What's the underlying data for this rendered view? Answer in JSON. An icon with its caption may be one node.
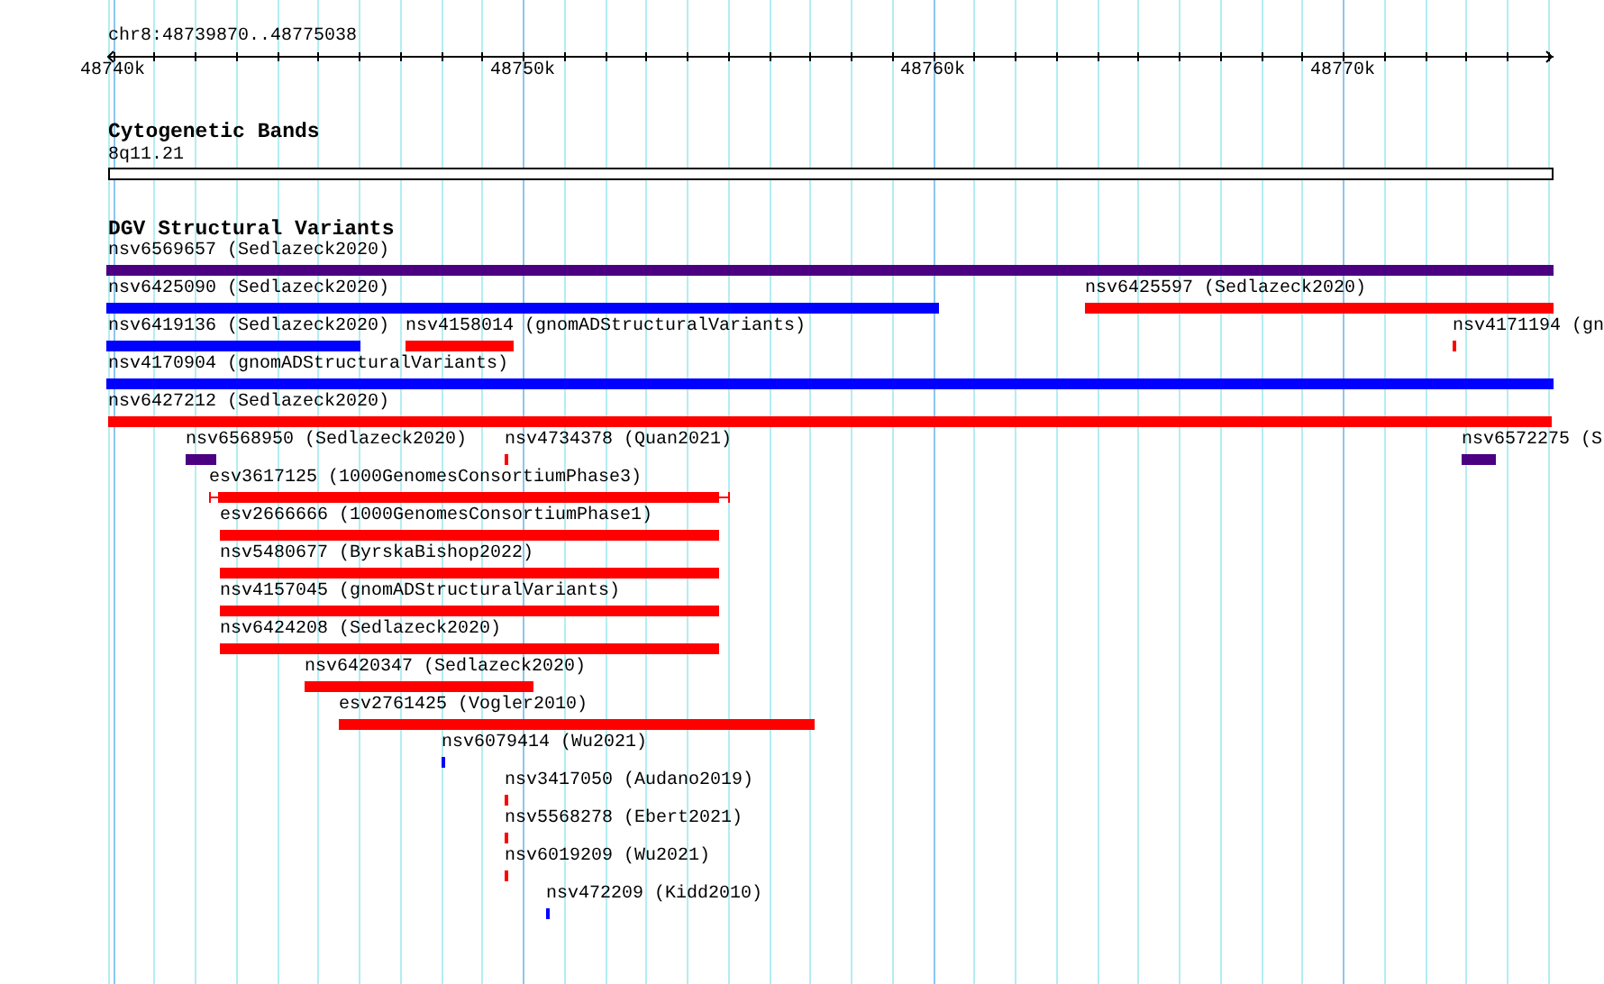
{
  "diagram": {
    "nodes": [
      {
        "text": [
          "8q11.21"
        ]
      },
      {
        "text": [
          "nsv6569657 (Sedlazeck2020)"
        ]
      },
      {
        "text": [
          "nsv6425090 (Sedlazeck2020)"
        ]
      },
      {
        "text": [
          "nsv6425597 (Sedlazeck2020)"
        ]
      },
      {
        "text": [
          "nsv6419136 (Sedlazeck2020)"
        ]
      },
      {
        "text": [
          "nsv4158014 (gnomADStructuralVariants)"
        ]
      },
      {
        "text": [
          "nsv4171194 (gn"
        ]
      },
      {
        "text": [
          "nsv4170904 (gnomADStructuralVariants)"
        ]
      },
      {
        "text": [
          "nsv6427212 (Sedlazeck2020)"
        ]
      },
      {
        "text": [
          "nsv6568950 (Sedlazeck2020)"
        ]
      },
      {
        "text": [
          "nsv4734378 (Quan2021)"
        ]
      },
      {
        "text": [
          "nsv6572275 (S"
        ]
      },
      {
        "text": [
          "esv3617125 (1000GenomesConsortiumPhase3)"
        ]
      },
      {
        "text": [
          "esv2666666 (1000GenomesConsortiumPhase1)"
        ]
      },
      {
        "text": [
          "nsv5480677 (ByrskaBishop2022)"
        ]
      },
      {
        "text": [
          "nsv4157045 (gnomADStructuralVariants)"
        ]
      },
      {
        "text": [
          "nsv6424208 (Sedlazeck2020)"
        ]
      },
      {
        "text": [
          "nsv6420347 (Sedlazeck2020)"
        ]
      },
      {
        "text": [
          "esv2761425 (Vogler2010)"
        ]
      },
      {
        "text": [
          "nsv6079414 (Wu2021)"
        ]
      },
      {
        "text": [
          "nsv3417050 (Audano2019)"
        ]
      },
      {
        "text": [
          "nsv5568278 (Ebert2021)"
        ]
      },
      {
        "text": [
          "nsv6019209 (Wu2021)"
        ]
      },
      {
        "text": [
          "nsv472209 (Kidd2010)"
        ]
      }
    ],
    "labels": [
      "chr8:48739870..48775038",
      "48740k",
      "48750k",
      "48760k",
      "48770k",
      "Cytogenetic Bands",
      "DGV Structural Variants"
    ]
  }
}
